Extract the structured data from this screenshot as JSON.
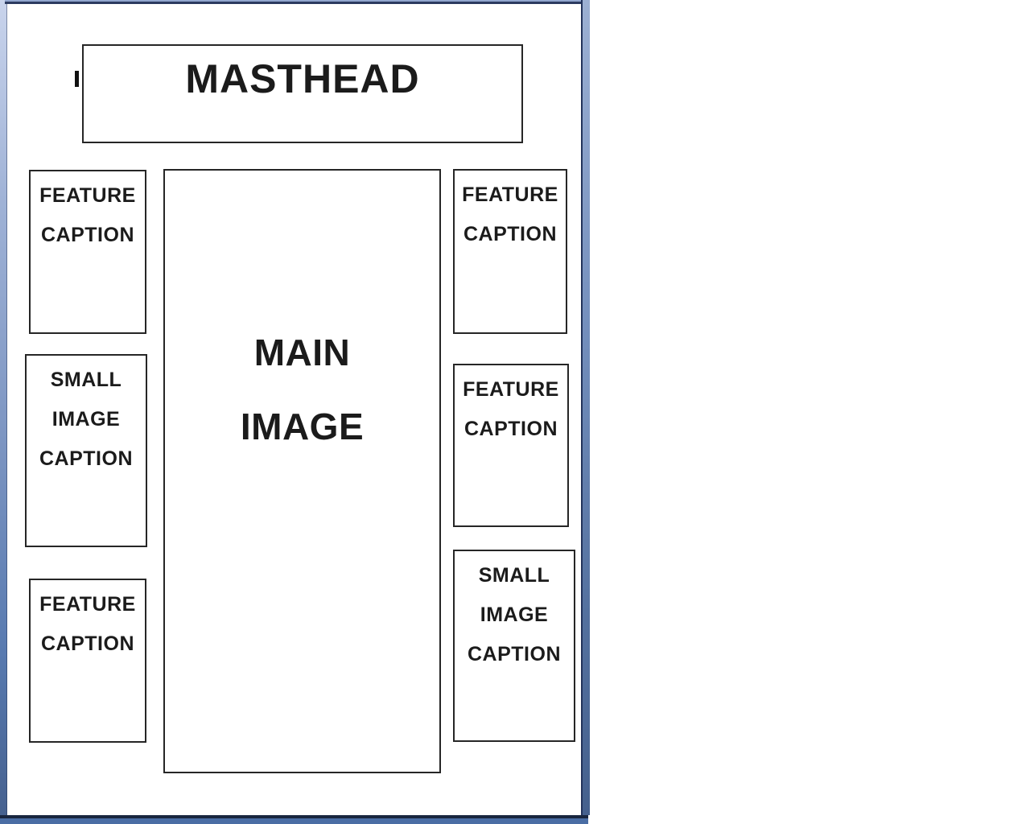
{
  "masthead": {
    "label": "MASTHEAD"
  },
  "main_image": {
    "line1": "MAIN",
    "line2": "IMAGE"
  },
  "left_column": [
    {
      "line1": "FEATURE",
      "line2": "CAPTION"
    },
    {
      "line1": "SMALL",
      "line2": "IMAGE",
      "line3": "CAPTION"
    },
    {
      "line1": "FEATURE",
      "line2": "CAPTION"
    }
  ],
  "right_column": [
    {
      "line1": "FEATURE",
      "line2": "CAPTION"
    },
    {
      "line1": "FEATURE",
      "line2": "CAPTION"
    },
    {
      "line1": "SMALL",
      "line2": "IMAGE",
      "line3": "CAPTION"
    }
  ],
  "cursor_mark": "I",
  "colors": {
    "box_border": "#262626",
    "text": "#1b1b1b",
    "frame_blue_light": "#c9d4ec",
    "frame_blue_mid": "#7b94c1",
    "frame_blue_dark": "#46618f",
    "frame_navy": "#19263f",
    "page_background": "#ffffff"
  }
}
